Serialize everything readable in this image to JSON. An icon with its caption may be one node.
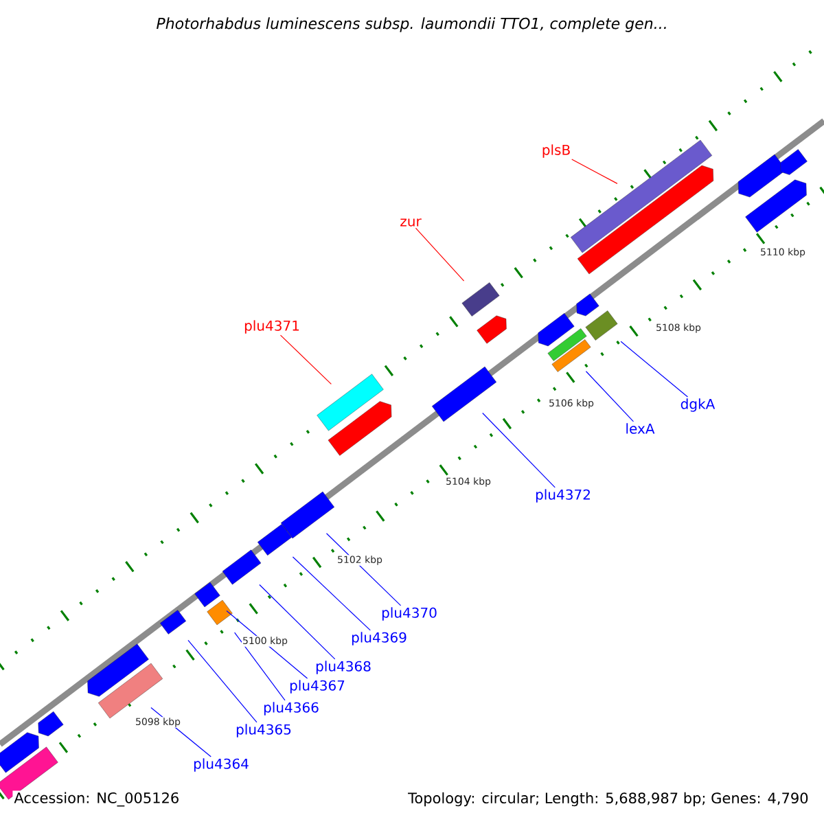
{
  "diagram": {
    "title": "Photorhabdus luminescens subsp. laumondii TTO1, complete gen...",
    "nodes": [
      {
        "text": [
          "plsB"
        ]
      },
      {
        "text": [],
        "shape": "bar"
      },
      {
        "text": [
          "zur"
        ]
      },
      {
        "text": [],
        "shape": "bar"
      },
      {
        "text": [
          "plu4371"
        ]
      },
      {
        "text": [],
        "shape": "bar"
      },
      {
        "text": [
          "plu4372"
        ]
      },
      {
        "text": [],
        "shape": "bar"
      },
      {
        "text": [
          "lexA"
        ]
      },
      {
        "text": [],
        "shape": "bar"
      },
      {
        "text": [
          "dgkA"
        ]
      },
      {
        "text": [],
        "shape": "bar"
      },
      {
        "text": [
          "plu4370"
        ]
      },
      {
        "text": [],
        "shape": "bar"
      },
      {
        "text": [
          "plu4369"
        ]
      },
      {
        "text": [],
        "shape": "bar"
      },
      {
        "text": [
          "plu4368"
        ]
      },
      {
        "text": [],
        "shape": "bar"
      },
      {
        "text": [
          "plu4367"
        ]
      },
      {
        "text": [],
        "shape": "bar"
      },
      {
        "text": [
          "plu4366"
        ]
      },
      {
        "text": [],
        "shape": "bar"
      },
      {
        "text": [
          "plu4365"
        ]
      },
      {
        "text": [],
        "shape": "bar"
      },
      {
        "text": [
          "plu4364"
        ]
      },
      {
        "text": [],
        "shape": "bar"
      },
      {
        "text": [],
        "shape": "arrow"
      },
      {
        "text": [],
        "shape": "arrow"
      },
      {
        "text": [],
        "shape": "arrow"
      },
      {
        "text": [],
        "shape": "arrow"
      },
      {
        "text": [],
        "shape": "arrow"
      },
      {
        "text": [],
        "shape": "arrow"
      },
      {
        "text": [],
        "shape": "arrow"
      },
      {
        "text": [],
        "shape": "arrow"
      },
      {
        "text": [],
        "shape": "bar"
      },
      {
        "text": [],
        "shape": "arrow"
      },
      {
        "text": [],
        "shape": "arrow"
      },
      {
        "text": [],
        "shape": "arrow"
      },
      {
        "text": [],
        "shape": "bar"
      }
    ],
    "edges": [
      {
        "from": 0,
        "to": 1,
        "arrow": "none",
        "color": "#ff0000"
      },
      {
        "from": 2,
        "to": 3,
        "arrow": "none",
        "color": "#ff0000"
      },
      {
        "from": 4,
        "to": 5,
        "arrow": "none",
        "color": "#ff0000"
      },
      {
        "from": 6,
        "to": 7,
        "arrow": "none"
      },
      {
        "from": 8,
        "to": 9,
        "arrow": "none"
      },
      {
        "from": 10,
        "to": 11,
        "arrow": "none"
      },
      {
        "from": 12,
        "to": 13,
        "arrow": "none"
      },
      {
        "from": 14,
        "to": 15,
        "arrow": "none"
      },
      {
        "from": 16,
        "to": 17,
        "arrow": "none"
      },
      {
        "from": 18,
        "to": 19,
        "arrow": "none"
      },
      {
        "from": 20,
        "to": 21,
        "arrow": "none"
      },
      {
        "from": 22,
        "to": 23,
        "arrow": "none"
      },
      {
        "from": 24,
        "to": 25,
        "arrow": "none"
      }
    ],
    "labels": [
      "5110 kbp",
      "5108 kbp",
      "5106 kbp",
      "5104 kbp",
      "5102 kbp",
      "5100 kbp",
      "5098 kbp",
      "Accession: NC_005126",
      "Topology: circular; Length: 5,688,987 bp; Genes: 4,790"
    ]
  }
}
